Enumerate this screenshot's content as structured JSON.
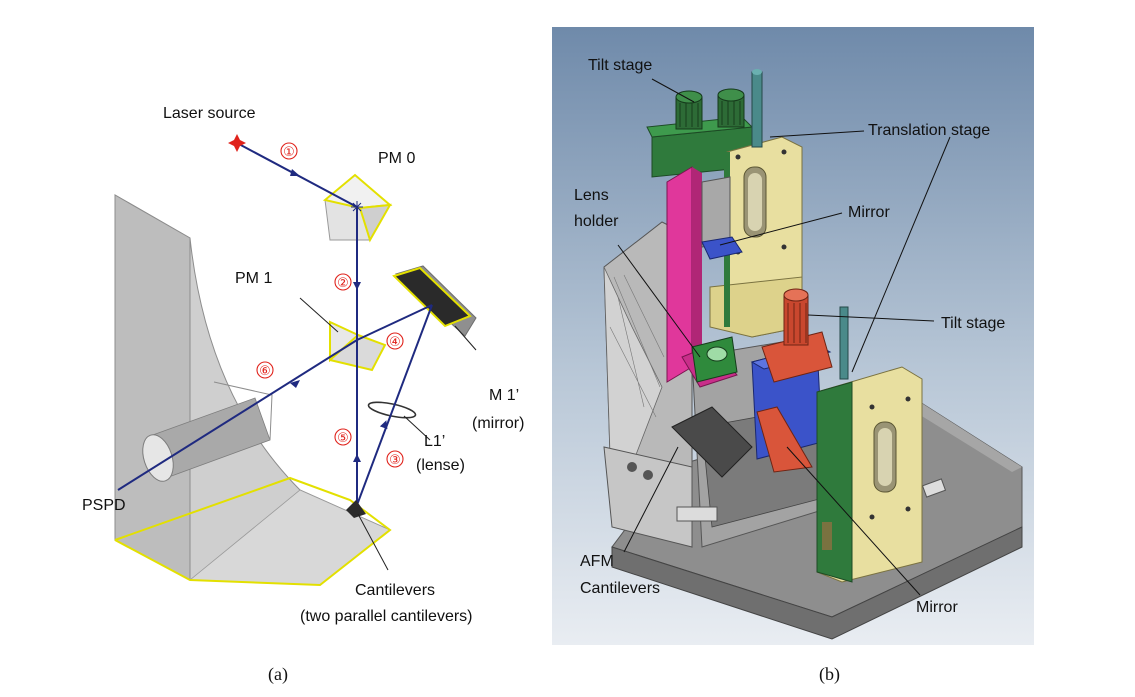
{
  "panel_a": {
    "labels": {
      "laser_source": "Laser source",
      "pm0": "PM 0",
      "pm1": "PM 1",
      "m1_line1": "M 1’",
      "m1_line2": "(mirror)",
      "l1_line1": "L1’",
      "l1_line2": "(lense)",
      "pspd": "PSPD",
      "cant_line1": "Cantilevers",
      "cant_line2": "(two parallel cantilevers)"
    },
    "steps": [
      "①",
      "②",
      "③",
      "④",
      "⑤",
      "⑥"
    ],
    "colors": {
      "beam": "#1f2a80",
      "step": "#e0221b",
      "outline": "#e3e000",
      "body": "#c9c9c9"
    }
  },
  "panel_b": {
    "labels": {
      "tilt_stage_top": "Tilt stage",
      "translation_stage": "Translation stage",
      "lens_line1": "Lens",
      "lens_line2": "holder",
      "mirror_top": "Mirror",
      "tilt_stage_right": "Tilt stage",
      "afm_line1": "AFM",
      "afm_line2": "Cantilevers",
      "mirror_bottom": "Mirror"
    },
    "colors": {
      "bg_top": "#6f8aaa",
      "bg_bottom": "#e9edf2",
      "green": "#2f7a3c",
      "yellow": "#e8dfa0",
      "magenta": "#e0379b",
      "blue": "#3b53c9",
      "orange": "#d9553a"
    }
  },
  "captions": {
    "a": "(a)",
    "b": "(b)"
  }
}
